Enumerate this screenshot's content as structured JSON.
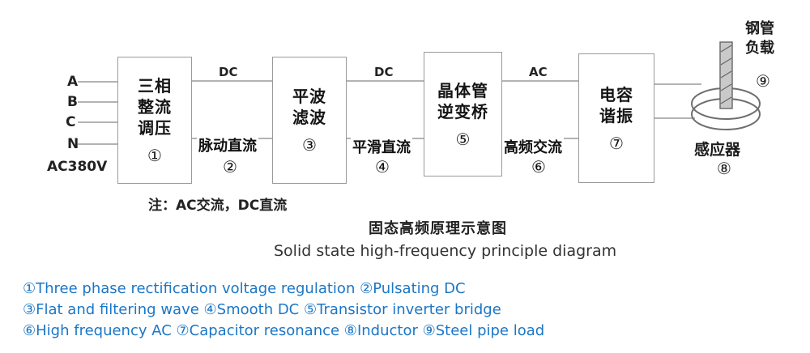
{
  "diagram": {
    "inputs": {
      "a": "A",
      "b": "B",
      "c": "C",
      "n": "N",
      "voltage": "AC380V"
    },
    "boxes": [
      {
        "lines": [
          "三相",
          "整流",
          "调压"
        ],
        "num": "①"
      },
      {
        "lines": [
          "平波",
          "滤波"
        ],
        "num": "③"
      },
      {
        "lines": [
          "晶体管",
          "逆变桥"
        ],
        "num": "⑤"
      },
      {
        "lines": [
          "电容",
          "谐振"
        ],
        "num": "⑦"
      }
    ],
    "connections": [
      {
        "top": "DC",
        "bottom": "脉动直流",
        "num": "②"
      },
      {
        "top": "DC",
        "bottom": "平滑直流",
        "num": "④"
      },
      {
        "top": "AC",
        "bottom": "高频交流",
        "num": "⑥"
      }
    ],
    "inductor": {
      "label": "感应器",
      "num": "⑧"
    },
    "load": {
      "line1": "钢管",
      "line2": "负载",
      "num": "⑨"
    },
    "note": "注：AC交流，DC直流",
    "title_zh": "固态高频原理示意图",
    "title_en": "Solid state high-frequency principle diagram"
  },
  "legend": {
    "color": "#1b76c6",
    "lines": [
      "①Three phase rectification voltage regulation ②Pulsating DC",
      "③Flat and filtering wave ④Smooth DC ⑤Transistor inverter bridge",
      "⑥High frequency AC ⑦Capacitor resonance ⑧Inductor ⑨Steel pipe load"
    ]
  }
}
